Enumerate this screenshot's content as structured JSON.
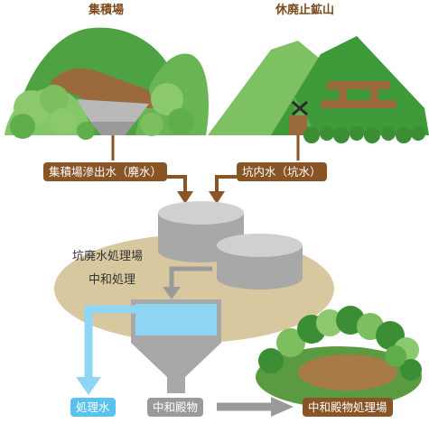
{
  "labels": {
    "collection_site": "集積場",
    "closed_mine": "休廃止鉱山",
    "leachate": "集積場滲出水（廃水）",
    "mine_water": "坑内水（坑水）",
    "treatment_plant": "坑廃水処理場",
    "neutralization": "中和処理",
    "treated_water": "処理水",
    "sediment": "中和殿物",
    "sediment_site": "中和殿物処理場"
  },
  "colors": {
    "mountain_light": "#7dc163",
    "mountain_dark": "#3f9a3a",
    "tree_light": "#8cc96e",
    "tree_dark": "#3c8e34",
    "earth_brown": "#9b6a3c",
    "label_brown": "#8a5526",
    "plant_ground": "#d8c8a0",
    "tank_gray": "#a8a8a8",
    "water_blue": "#58c3ee",
    "arrow_gray": "#9a9a9a"
  }
}
